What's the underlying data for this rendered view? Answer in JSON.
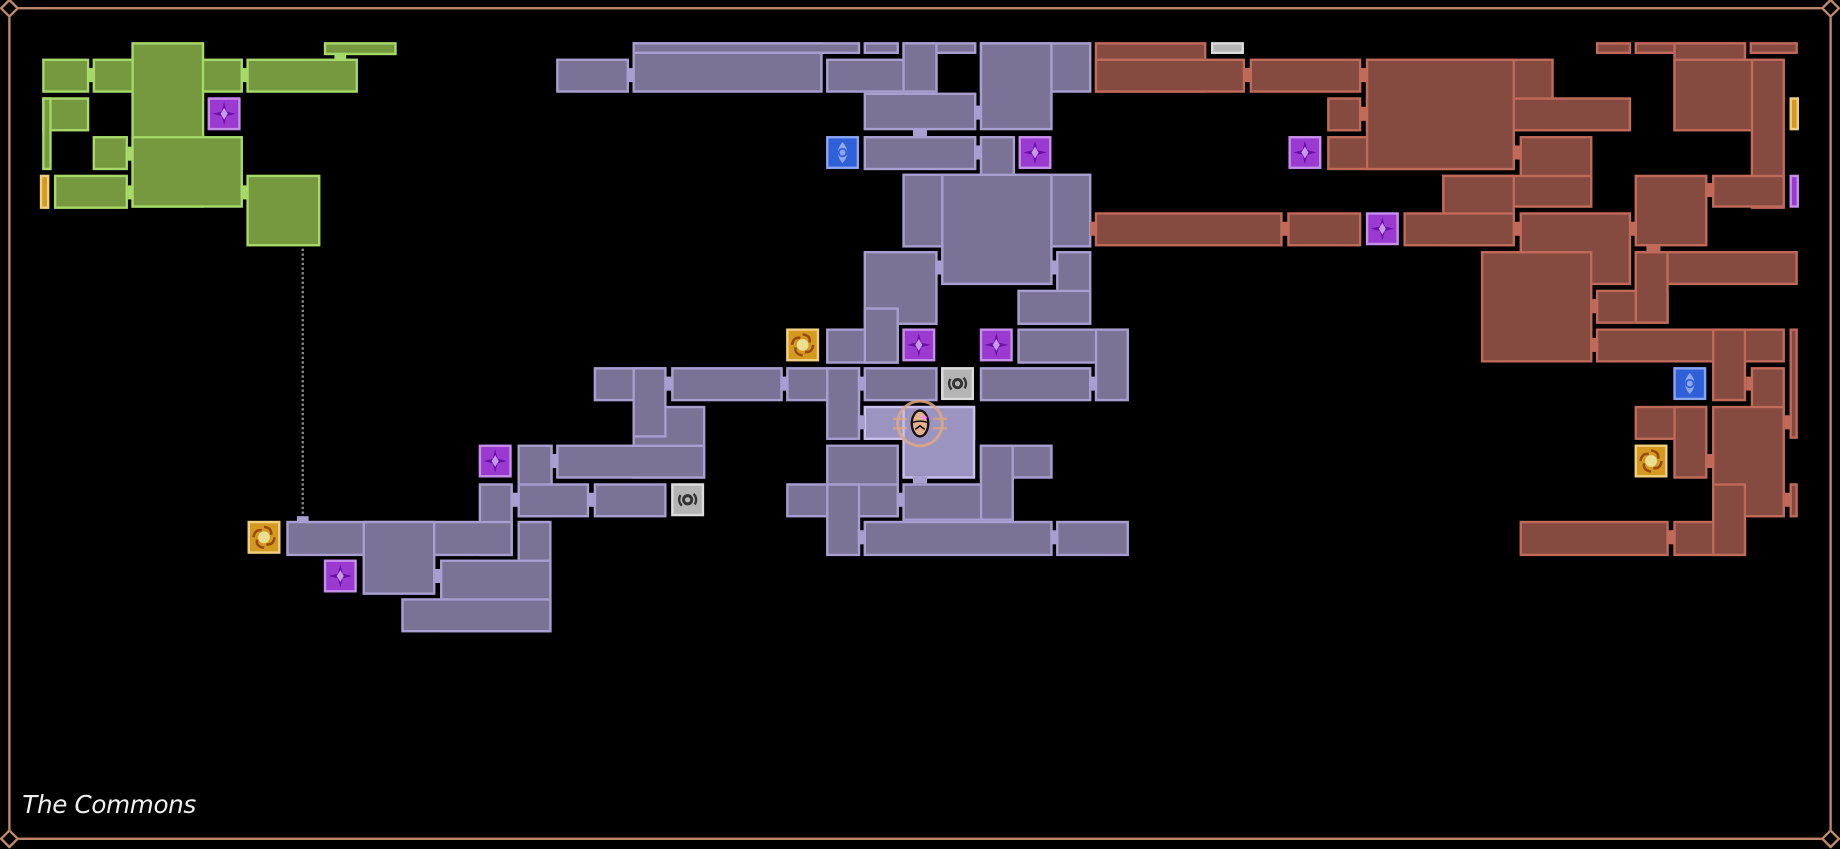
{
  "map": {
    "area_name": "The Commons",
    "regions": [
      {
        "name": "green-region",
        "color": "#76993f",
        "border": "#a6d86a"
      },
      {
        "name": "purple-region",
        "color": "#7a7396",
        "border": "#a89fd0"
      },
      {
        "name": "red-region",
        "color": "#854a40",
        "border": "#c06a5a"
      }
    ],
    "icons": {
      "save_point": "four-point-star-icon",
      "fast_travel": "eye-icon",
      "teleporter": "swirl-icon",
      "vortex": "vortex-icon",
      "player": "player-marker-icon"
    },
    "frame_color": "#c08a6a"
  }
}
